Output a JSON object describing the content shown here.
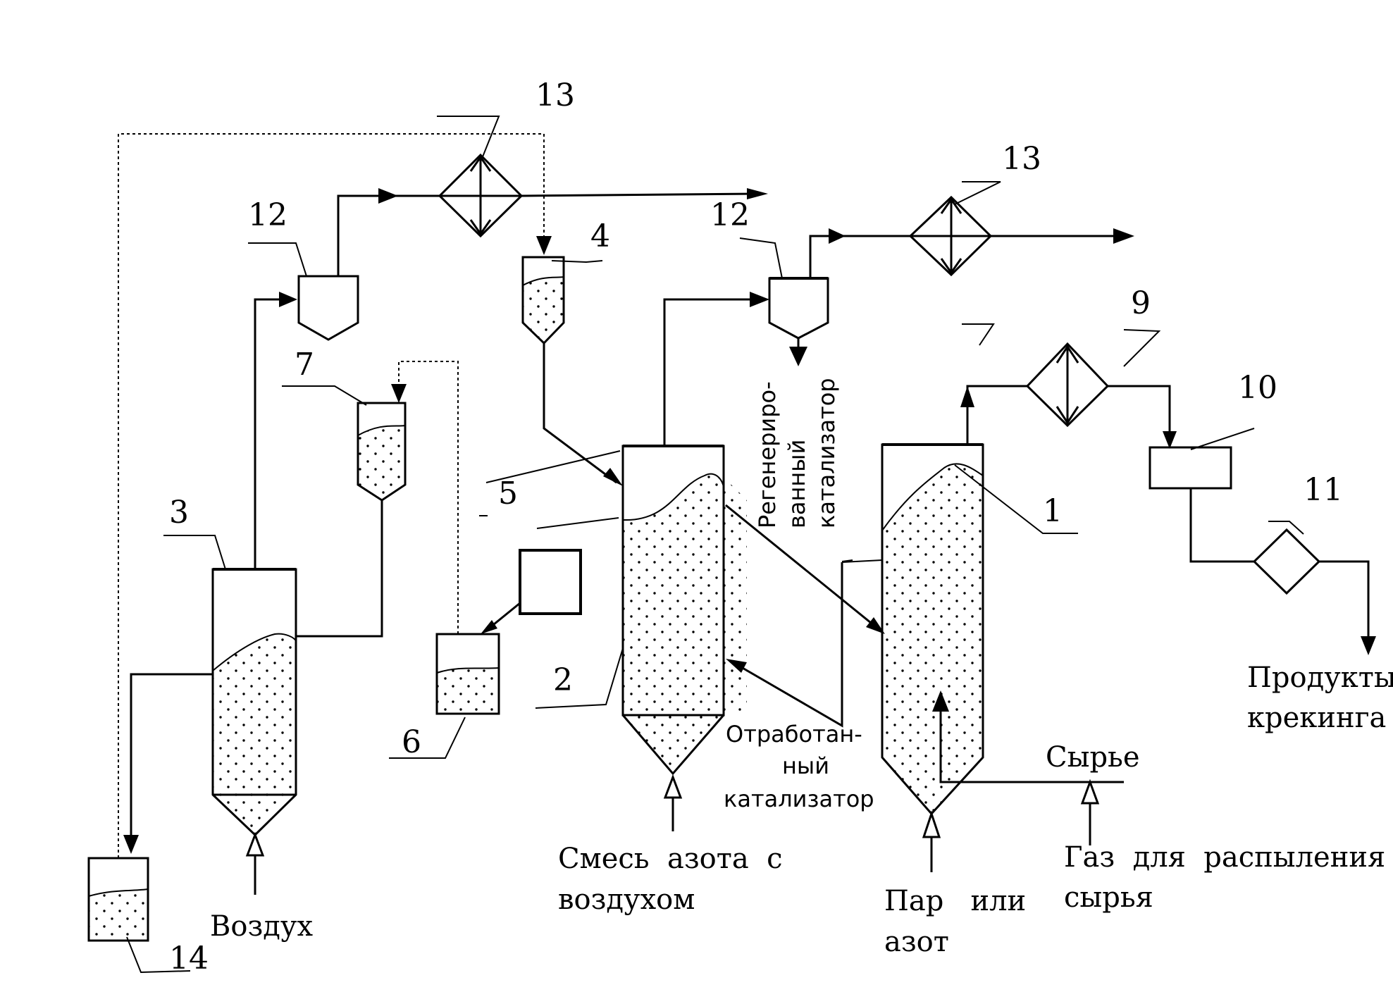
{
  "labels": {
    "n1": "1",
    "n2": "2",
    "n3": "3",
    "n4": "4",
    "n5": "5",
    "n6": "6",
    "n7": "7",
    "n9": "9",
    "n10": "10",
    "n11": "11",
    "n12a": "12",
    "n12b": "12",
    "n13a": "13",
    "n13b": "13",
    "n14": "14"
  },
  "streams": {
    "products_1": "Продукты",
    "products_2": "крекинга",
    "feed": "Сырье",
    "spray_gas_1": "Газ  для  распыления",
    "spray_gas_2": "сырья",
    "steam_1": "Пар   или",
    "steam_2": "азот",
    "mix_1": "Смесь  азота  с",
    "mix_2": "воздухом",
    "air": "Воздух",
    "spent_1": "Отработан-",
    "spent_2": "ный",
    "spent_3": "катализатор",
    "regen_1": "Регенериро-",
    "regen_2": "ванный",
    "regen_3": "катализатор"
  }
}
